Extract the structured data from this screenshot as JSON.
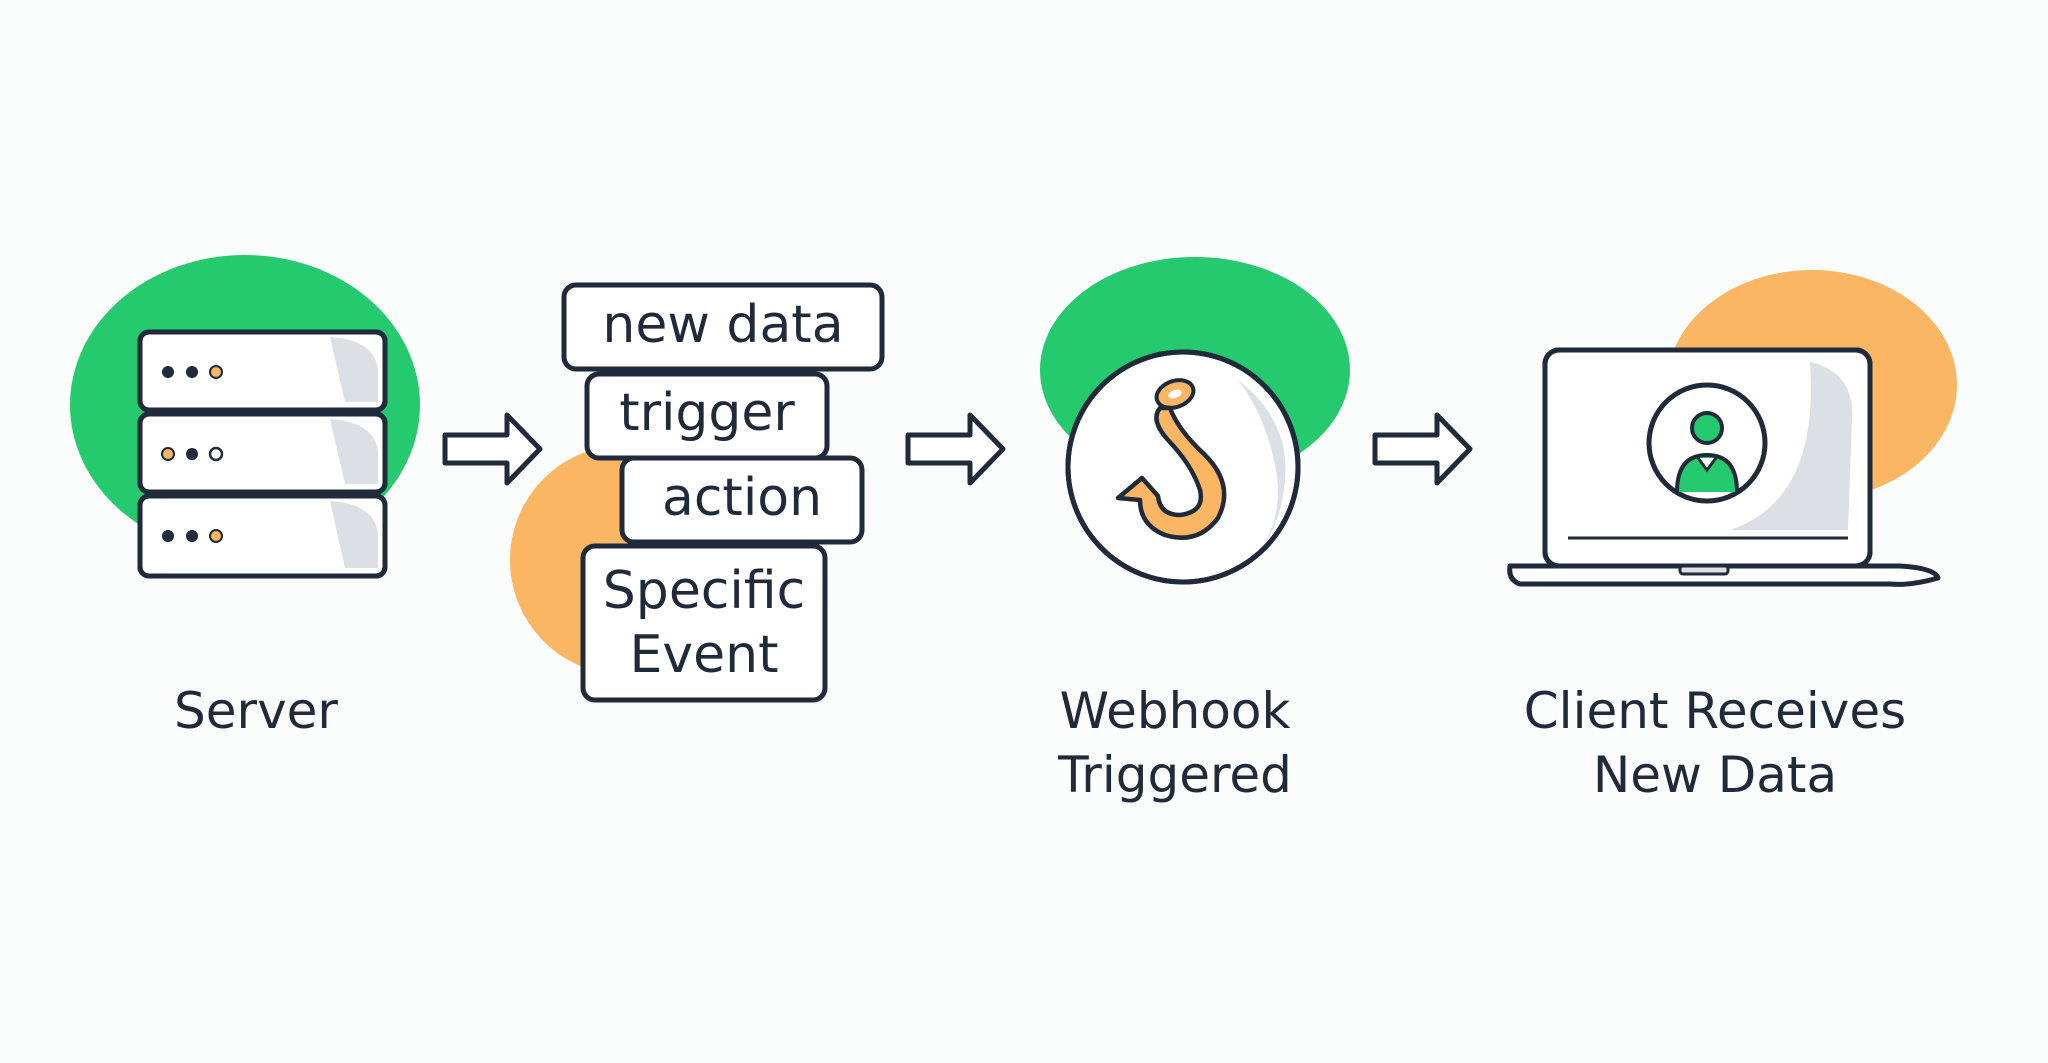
{
  "steps": {
    "server": {
      "label": "Server"
    },
    "event": {
      "tags": [
        "new data",
        "trigger",
        "action"
      ],
      "specific_line1": "Specific",
      "specific_line2": "Event"
    },
    "webhook": {
      "line1": "Webhook",
      "line2": "Triggered"
    },
    "client": {
      "line1": "Client Receives",
      "line2": "New Data"
    }
  },
  "colors": {
    "green": "#25c96e",
    "orange": "#fbb663",
    "ink": "#1f2a3a",
    "shade": "#dcdfe3",
    "background": "#fbfcfc"
  },
  "icons": [
    "server-rack-icon",
    "arrow-right-icon",
    "fishing-hook-icon",
    "laptop-icon",
    "user-avatar-icon"
  ]
}
